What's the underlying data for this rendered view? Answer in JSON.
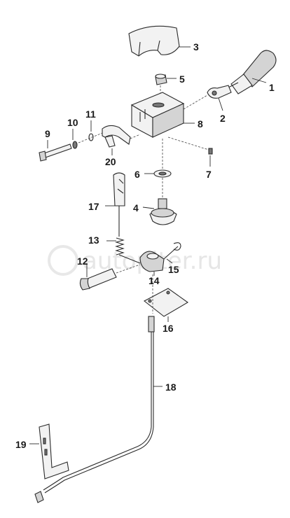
{
  "watermark": "autopiter.ru",
  "callouts": [
    {
      "id": "1",
      "text": "1"
    },
    {
      "id": "2",
      "text": "2"
    },
    {
      "id": "3",
      "text": "3"
    },
    {
      "id": "4",
      "text": "4"
    },
    {
      "id": "5",
      "text": "5"
    },
    {
      "id": "6",
      "text": "6"
    },
    {
      "id": "7",
      "text": "7"
    },
    {
      "id": "8",
      "text": "8"
    },
    {
      "id": "9",
      "text": "9"
    },
    {
      "id": "10",
      "text": "10"
    },
    {
      "id": "11",
      "text": "11"
    },
    {
      "id": "12",
      "text": "12"
    },
    {
      "id": "13",
      "text": "13"
    },
    {
      "id": "14",
      "text": "14"
    },
    {
      "id": "15",
      "text": "15"
    },
    {
      "id": "16",
      "text": "16"
    },
    {
      "id": "17",
      "text": "17"
    },
    {
      "id": "18",
      "text": "18"
    },
    {
      "id": "19",
      "text": "19"
    },
    {
      "id": "20",
      "text": "20"
    }
  ]
}
